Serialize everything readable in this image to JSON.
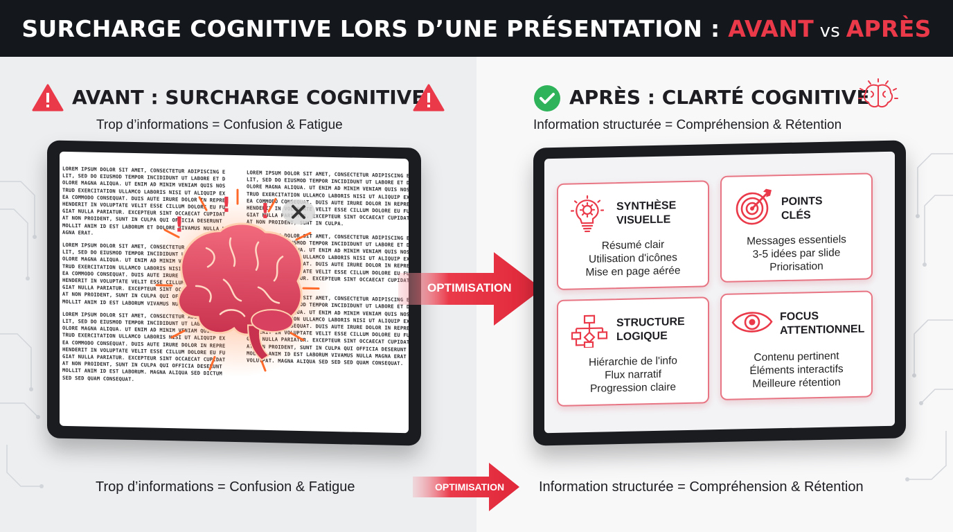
{
  "header": {
    "title_main": "SURCHARGE COGNITIVE LORS D’UNE PRÉSENTATION : ",
    "title_before": "AVANT",
    "title_vs": " vs ",
    "title_after": "APRÈS"
  },
  "left": {
    "heading": "AVANT : SURCHARGE COGNITIVE",
    "subtitle": "Trop d’informations = Confusion & Fatigue",
    "bottom_caption": "Trop d’informations = Confusion & Fatigue",
    "text_col_1": [
      "Lorem ipsum dolor sit amet, consectetur adipiscing elit, sed do eiusmod tempor incididunt ut labore et dolore magna aliqua. Ut enim ad minim veniam quis nostrud exercitation ullamco laboris nisi ut aliquip ex ea commodo consequat. Duis aute irure dolor in reprehenderit in voluptate velit esse cillum dolore eu fugiat nulla pariatur. Excepteur sint occaecat cupidatat non proident, sunt in culpa qui officia deserunt mollit anim id est laborum et dolore vivamus nulla magna erat.",
      "Lorem ipsum dolor sit amet, consectetur adipiscing elit, sed do eiusmod tempor incididunt ut labore et dolore magna aliqua. Ut enim ad minim veniam quis nostrud exercitation ullamco laboris nisi ut aliquip ex ea commodo consequat. Duis aute irure dolor in reprehenderit in voluptate velit esse cillum dolore eu fugiat nulla pariatur. Excepteur sint occaecat cupidatat non proident, sunt in culpa qui officia deserunt mollit anim id est laborum vivamus nulla magna erat.",
      "Lorem ipsum dolor sit amet, consectetur adipiscing elit, sed do eiusmod tempor incididunt ut labore et dolore magna aliqua. Ut enim ad minim veniam quis nostrud exercitation ullamco laboris nisi ut aliquip ex ea commodo consequat. Duis aute irure dolor in reprehenderit in voluptate velit esse cillum dolore eu fugiat nulla pariatur. Excepteur sint occaecat cupidatat non proident, sunt in culpa qui officia deserunt mollit anim id est laborum. Magna aliqua sed dictum sed sed quam consequat."
    ],
    "text_col_2": [
      "Lorem ipsum dolor sit amet, consectetur adipiscing elit, sed do eiusmod tempor incididunt ut labore et dolore magna aliqua. Ut enim ad minim veniam quis nostrud exercitation ullamco laboris nisi ut aliquip ex ea commodo consequat. Duis aute irure dolor in reprehenderit in voluptate velit esse cillum dolore eu fugiat nulla pariatur. Excepteur sint occaecat cupidatat non proident, sunt in culpa.",
      "Lorem ipsum dolor sit amet, consectetur adipiscing elit, sed do eiusmod tempor incididunt ut labore et dolore magna aliqua. Ut enim ad minim veniam quis nostrud exercitation ullamco laboris nisi ut aliquip ex ea commodo consequat. Duis aute irure dolor in reprehenderit in voluptate velit esse cillum dolore eu fugiat nulla pariatur. Excepteur sint occaecat cupidatat non proident.",
      "Lorem ipsum dolor sit amet, consectetur adipiscing elit, sed do eiusmod tempor incididunt ut labore et dolore magna aliqua. Ut enim ad minim veniam quis nostrud exercitation ullamco laboris nisi ut aliquip ex ea commodo consequat. Duis aute irure dolor in reprehenderit in voluptate velit esse cillum dolore eu fugiat nulla pariatur. Excepteur sint occaecat cupidatat non proident, sunt in culpa qui officia deserunt mollit anim id est laborum vivamus nulla magna erat volutpat. Magna aliqua sed sed sed quam consequat."
    ]
  },
  "right": {
    "heading": "APRÈS : CLARTÉ COGNITIVE",
    "subtitle": "Information structurée = Compréhension & Rétention",
    "bottom_caption": "Information structurée = Compréhension & Rétention",
    "cards": [
      {
        "title_1": "SYNTHÈSE",
        "title_2": "VISUELLE",
        "lines": [
          "Résumé clair",
          "Utilisation d'icônes",
          "Mise en page aérée"
        ]
      },
      {
        "title_1": "POINTS",
        "title_2": "CLÉS",
        "lines": [
          "Messages essentiels",
          "3-5 idées par slide",
          "Priorisation"
        ]
      },
      {
        "title_1": "STRUCTURE",
        "title_2": "LOGIQUE",
        "lines": [
          "Hiérarchie de l'info",
          "Flux narratif",
          "Progression claire"
        ]
      },
      {
        "title_1": "FOCUS",
        "title_2": "ATTENTIONNEL",
        "lines": [
          "Contenu pertinent",
          "Éléments interactifs",
          "Meilleure rétention"
        ]
      }
    ]
  },
  "arrow_main": {
    "label": "OPTIMISATION"
  },
  "arrow_bottom": {
    "label": "OPTIMISATION"
  },
  "colors": {
    "accent": "#ea3a4a",
    "dark": "#14171c",
    "check": "#2fb35a",
    "card_border": "#e87583"
  },
  "icons": {
    "warning": "warning-triangle-icon",
    "check": "check-circle-icon",
    "brain": "brain-icon",
    "bulb_gear": "lightbulb-gear-icon",
    "target": "target-arrow-icon",
    "flowchart": "flowchart-icon",
    "eye": "eye-icon",
    "close": "close-x-icon"
  }
}
